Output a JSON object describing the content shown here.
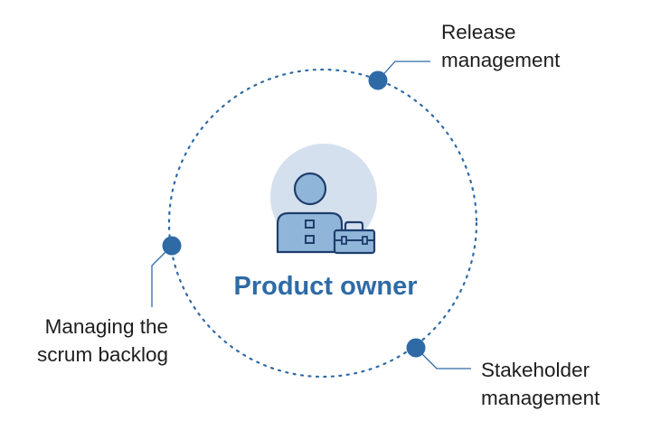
{
  "center": {
    "title": "Product owner"
  },
  "nodes": [
    {
      "id": "release",
      "lines": [
        "Release",
        "management"
      ]
    },
    {
      "id": "backlog",
      "lines": [
        "Managing the",
        "scrum backlog"
      ]
    },
    {
      "id": "stakeholder",
      "lines": [
        "Stakeholder",
        "management"
      ]
    }
  ],
  "colors": {
    "accent": "#2e6aa6",
    "ring": "#2e6aa6",
    "halo": "#d5e0ef",
    "person_fill": "#8fb5d8",
    "outline": "#1f3d6c",
    "text": "#1e1e1e"
  },
  "icons": [
    "person-icon",
    "briefcase-icon"
  ]
}
